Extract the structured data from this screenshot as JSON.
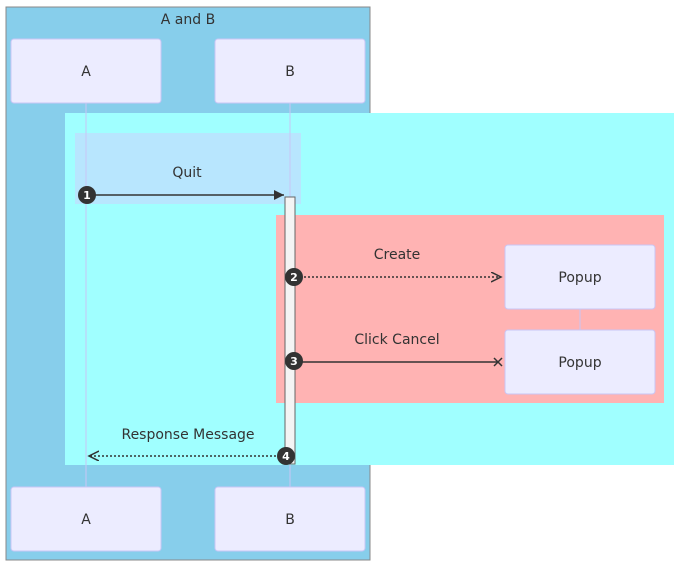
{
  "group": {
    "title": "A and B"
  },
  "actors": {
    "a": {
      "label": "A"
    },
    "b": {
      "label": "B"
    }
  },
  "popups": {
    "create": {
      "label": "Popup"
    },
    "destroy": {
      "label": "Popup"
    }
  },
  "messages": [
    {
      "number": "1",
      "text": "Quit",
      "from": "A",
      "to": "B",
      "style": "solid",
      "arrow": "filled"
    },
    {
      "number": "2",
      "text": "Create",
      "from": "B",
      "to": "Popup",
      "style": "dotted",
      "arrow": "open"
    },
    {
      "number": "3",
      "text": "Click Cancel",
      "from": "B",
      "to": "Popup",
      "style": "solid",
      "arrow": "cross"
    },
    {
      "number": "4",
      "text": "Response Message",
      "from": "B",
      "to": "A",
      "style": "dotted",
      "arrow": "open"
    }
  ],
  "colors": {
    "group_box": "#87ceeb",
    "outer_rect": "#a0ffff",
    "inner_top_rect": "#b8e6fe",
    "popup_rect": "#ffb3b3",
    "actor_fill": "#ececff",
    "actor_stroke": "#c9c6f5",
    "line": "#333333"
  }
}
